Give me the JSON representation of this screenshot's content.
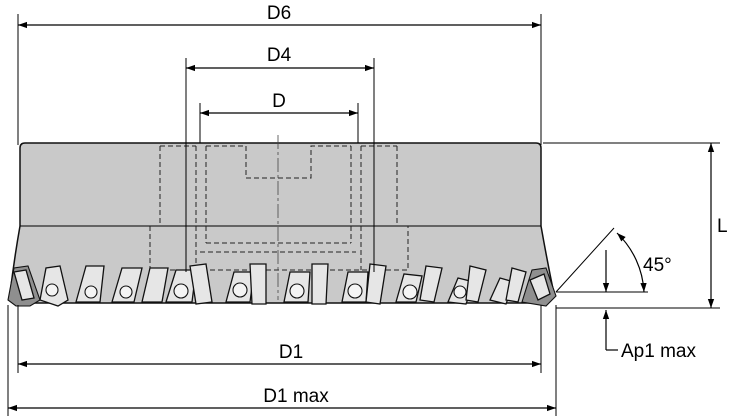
{
  "dimensions": {
    "d6": "D6",
    "d4": "D4",
    "d": "D",
    "l": "L",
    "angle": "45°",
    "d1": "D1",
    "d1_max": "D1 max",
    "ap1_max": "Ap1 max"
  },
  "colors": {
    "body": "#c9c9c9",
    "lines": "#000000",
    "background": "#ffffff"
  }
}
